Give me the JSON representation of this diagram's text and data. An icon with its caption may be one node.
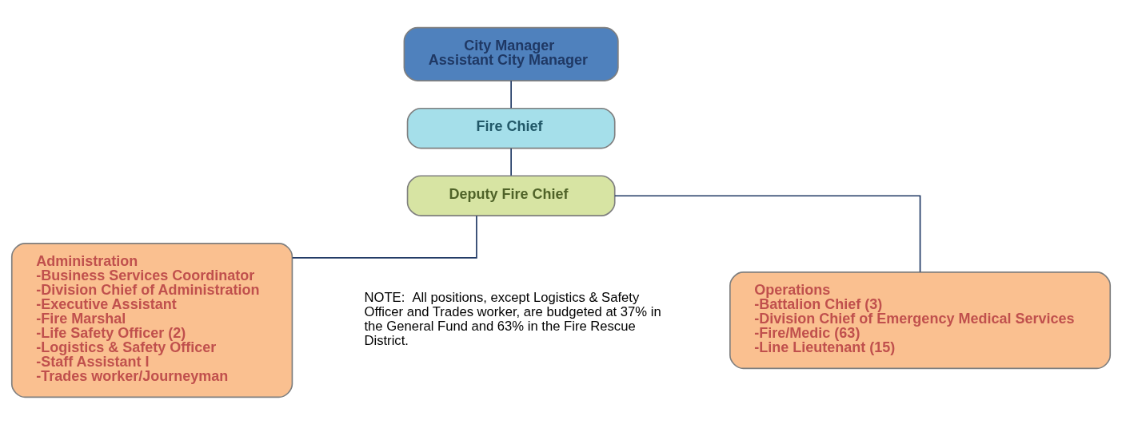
{
  "diagram": {
    "nodes": [
      {
        "text": [
          "City Manager",
          "Assistant City Manager"
        ]
      },
      {
        "text": [
          "Fire Chief"
        ]
      },
      {
        "text": [
          "Deputy Fire Chief"
        ]
      },
      {
        "text": [
          "Administration",
          "-Business Services Coordinator",
          "-Division Chief of Administration",
          "-Executive Assistant",
          "-Fire Marshal",
          "-Life Safety Officer (2)",
          "-Logistics & Safety Officer",
          "-Staff Assistant I",
          "-Trades worker/Journeyman"
        ]
      },
      {
        "text": [
          "Operations",
          "-Battalion Chief (3)",
          "-Division Chief of Emergency Medical Services",
          "-Fire/Medic (63)",
          "-Line Lieutenant (15)"
        ]
      }
    ],
    "edges": [
      {
        "from": 0,
        "to": 1,
        "arrow": "none"
      },
      {
        "from": 1,
        "to": 2,
        "arrow": "none"
      },
      {
        "from": 2,
        "to": 3,
        "arrow": "none"
      },
      {
        "from": 2,
        "to": 4,
        "arrow": "none"
      }
    ],
    "labels": [
      "NOTE:  All positions, except Logistics & Safety Officer and Trades worker, are budgeted at 37% in the General Fund and 63% in the Fire Rescue District."
    ]
  }
}
